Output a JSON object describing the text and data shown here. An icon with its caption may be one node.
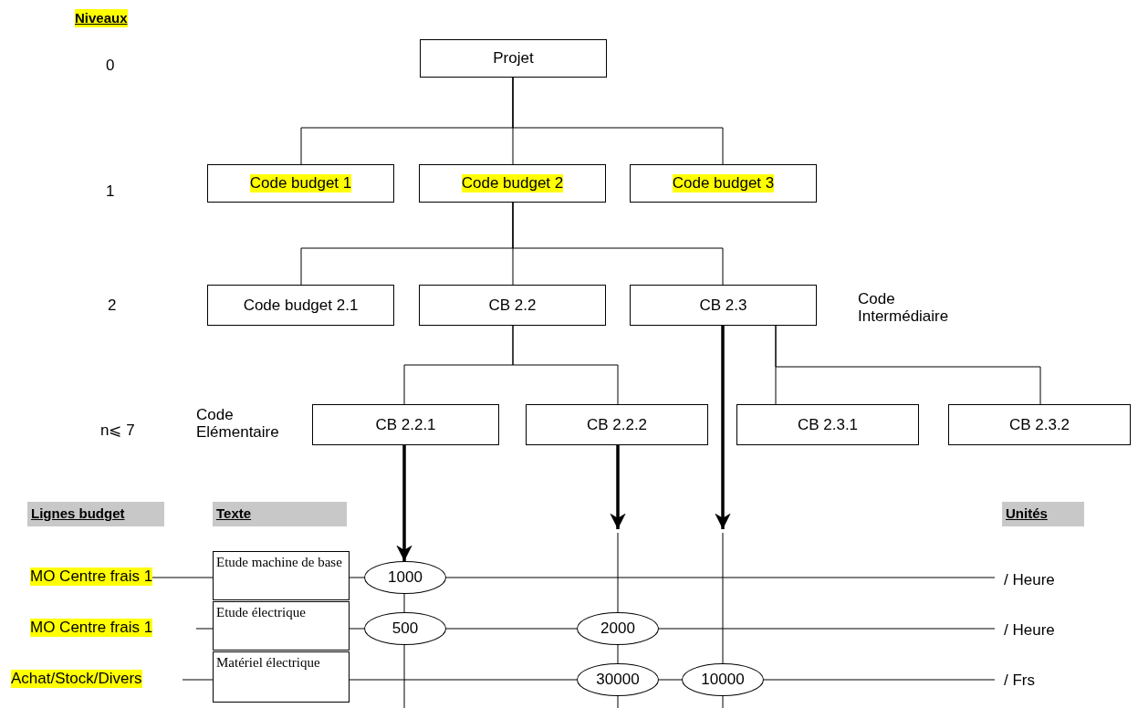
{
  "diagram": {
    "nodes": [
      {
        "text": [
          "Projet"
        ]
      },
      {
        "text": [
          "Code budget 1"
        ]
      },
      {
        "text": [
          "Code budget 2"
        ]
      },
      {
        "text": [
          "Code budget 3"
        ]
      },
      {
        "text": [
          "Code budget 2.1"
        ]
      },
      {
        "text": [
          "CB 2.2"
        ]
      },
      {
        "text": [
          "CB 2.3"
        ],
        "beside": [
          "Code Intermédiaire"
        ]
      },
      {
        "text": [
          "CB 2.2.1"
        ],
        "beside": [
          "Code Elémentaire"
        ]
      },
      {
        "text": [
          "CB 2.2.2"
        ]
      },
      {
        "text": [
          "CB 2.3.1"
        ]
      },
      {
        "text": [
          "CB 2.3.2"
        ]
      },
      {
        "text": [
          "Etude machine de base"
        ]
      },
      {
        "text": [
          "1000"
        ]
      },
      {
        "text": [
          "Etude électrique"
        ]
      },
      {
        "text": [
          "500"
        ]
      },
      {
        "text": [
          "2000"
        ]
      },
      {
        "text": [
          "Matériel électrique"
        ]
      },
      {
        "text": [
          "30000"
        ]
      },
      {
        "text": [
          "10000"
        ]
      }
    ],
    "edges": [
      {
        "from": 0,
        "to": 1,
        "arrow": "none"
      },
      {
        "from": 0,
        "to": 2,
        "arrow": "none"
      },
      {
        "from": 0,
        "to": 3,
        "arrow": "none"
      },
      {
        "from": 2,
        "to": 4,
        "arrow": "none"
      },
      {
        "from": 2,
        "to": 5,
        "arrow": "none"
      },
      {
        "from": 2,
        "to": 6,
        "arrow": "none"
      },
      {
        "from": 5,
        "to": 7,
        "arrow": "none"
      },
      {
        "from": 5,
        "to": 8,
        "arrow": "none"
      },
      {
        "from": 6,
        "to": 9,
        "arrow": "none"
      },
      {
        "from": 6,
        "to": 10,
        "arrow": "none"
      },
      {
        "from": 7,
        "to": 12,
        "arrow": "to",
        "style": "thick"
      },
      {
        "from": 8,
        "to": null,
        "arrow": "to",
        "style": "thick"
      },
      {
        "from": 6,
        "to": null,
        "arrow": "to",
        "style": "thick"
      }
    ],
    "labels": [
      "Niveaux",
      "0",
      "1",
      "2",
      "n⩽ 7",
      "Lignes budget",
      "Texte",
      "Unités",
      "MO Centre frais 1",
      "/ Heure",
      "MO Centre frais 1",
      "/ Heure",
      "Achat/Stock/Divers",
      "/ Frs"
    ]
  }
}
